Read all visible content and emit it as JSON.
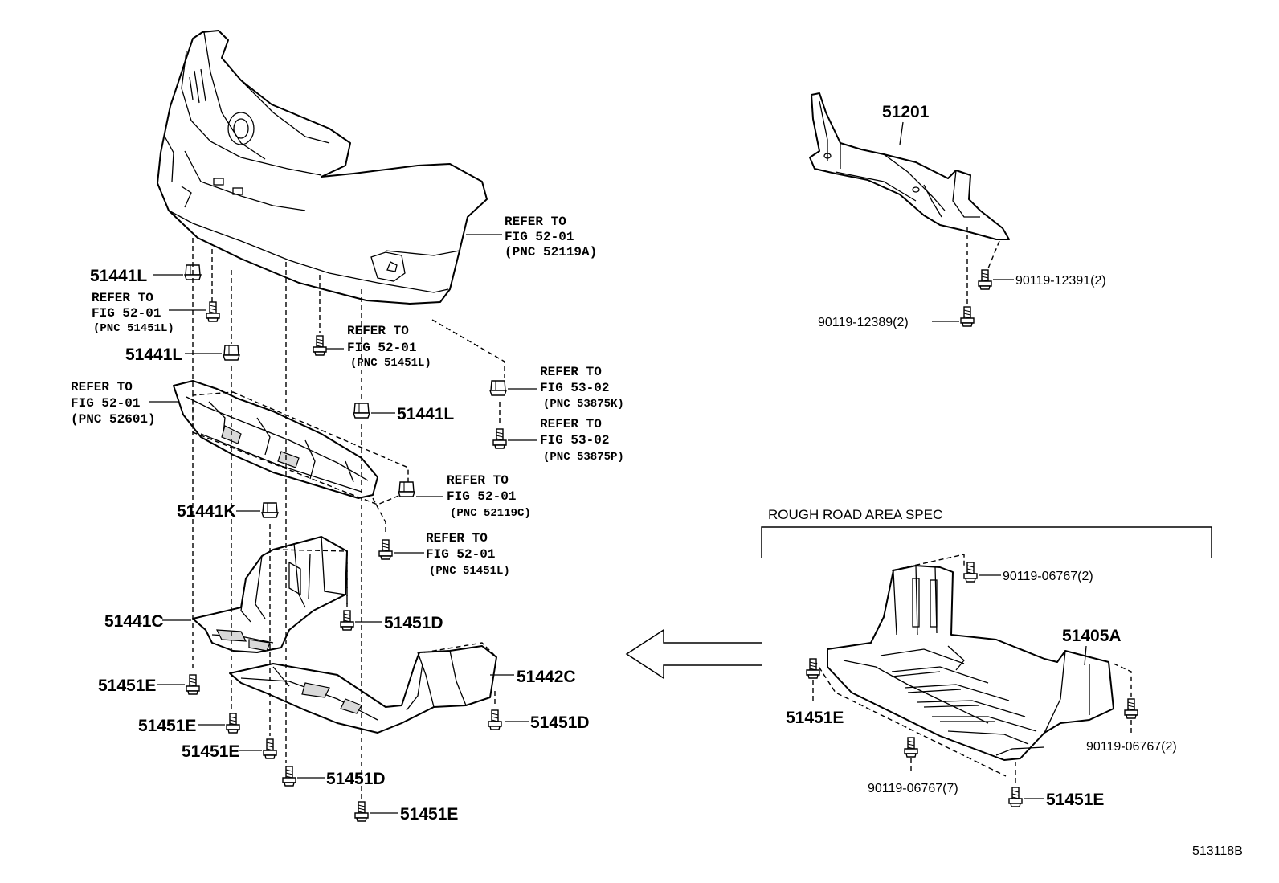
{
  "labels": {
    "p51201": "51201",
    "b12391": "90119-12391(2)",
    "b12389": "90119-12389(2)",
    "bumper_ref": [
      "REFER TO",
      "FIG 52-01",
      "(PNC 52119A)"
    ],
    "c51441L_a": "51441L",
    "ref_51451L_a": [
      "REFER TO",
      "FIG 52-01",
      "(PNC 51451L)"
    ],
    "c51441L_b": "51441L",
    "ref_51451L_b": [
      "REFER TO",
      "FIG 52-01",
      "(PNC 51451L)"
    ],
    "ref_53875K": [
      "REFER TO",
      "FIG 53-02",
      "(PNC 53875K)"
    ],
    "ref_52601": [
      "REFER TO",
      "FIG 52-01",
      "(PNC 52601)"
    ],
    "c51441L_c": "51441L",
    "ref_53875P": [
      "REFER TO",
      "FIG 53-02",
      "(PNC 53875P)"
    ],
    "ref_52119C": [
      "REFER TO",
      "FIG 52-01",
      "(PNC 52119C)"
    ],
    "c51441K": "51441K",
    "ref_51451L_c": [
      "REFER TO",
      "FIG 52-01",
      "(PNC 51451L)"
    ],
    "p51441C": "51441C",
    "b51451D_a": "51451D",
    "p51442C": "51442C",
    "b51451E_a": "51451E",
    "b51451D_b": "51451D",
    "b51451E_b": "51451E",
    "b51451E_c": "51451E",
    "b51451D_c": "51451D",
    "b51451E_d": "51451E",
    "rough_title": "ROUGH ROAD AREA SPEC",
    "r06767_2a": "90119-06767(2)",
    "p51405A": "51405A",
    "r51451E_a": "51451E",
    "r06767_2b": "90119-06767(2)",
    "r06767_7": "90119-06767(7)",
    "r51451E_b": "51451E",
    "diagram_code": "513118B"
  }
}
